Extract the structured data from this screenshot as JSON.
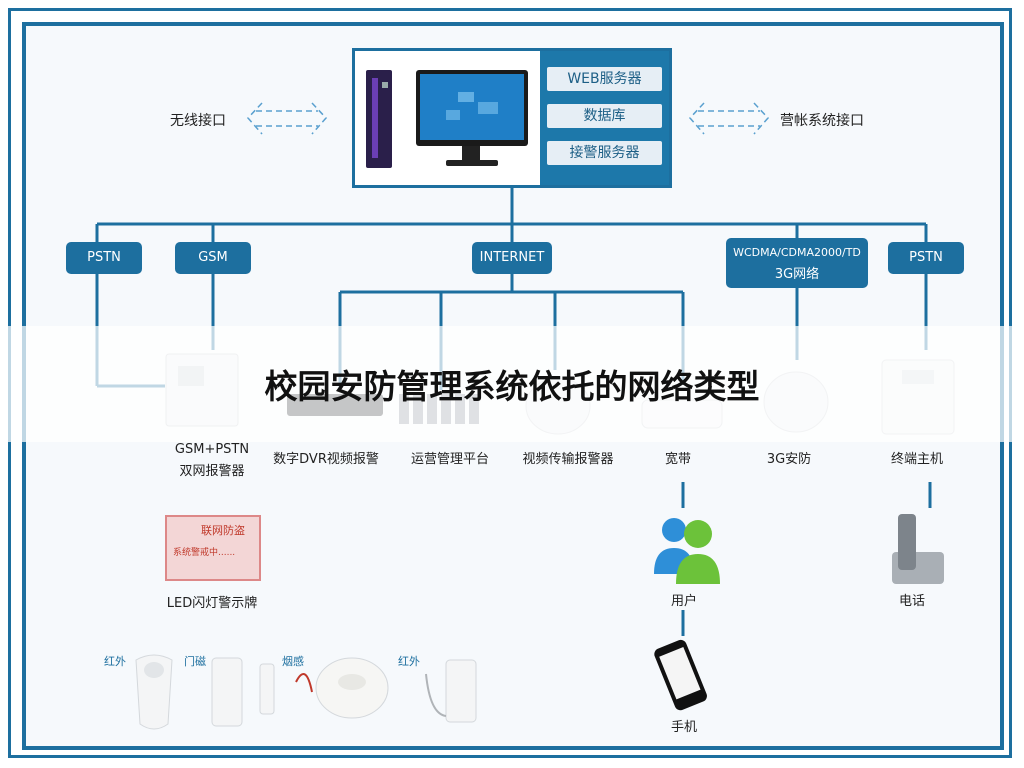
{
  "title": "校园安防管理系统依托的网络类型",
  "server": {
    "buttons": [
      "WEB服务器",
      "数据库",
      "接警服务器"
    ]
  },
  "interfaces": {
    "wireless": "无线接口",
    "billing": "营帐系统接口"
  },
  "networks": {
    "pstn_left": "PSTN",
    "gsm": "GSM",
    "internet": "INTERNET",
    "wcdma_line1": "WCDMA/CDMA2000/TD",
    "wcdma_line2": "3G网络",
    "pstn_right": "PSTN"
  },
  "devices": {
    "gsm_pstn_line1": "GSM+PSTN",
    "gsm_pstn_line2": "双网报警器",
    "dvr": "数字DVR视频报警",
    "ops_platform": "运营管理平台",
    "video_alarm": "视频传输报警器",
    "broadband": "宽带",
    "security_3g": "3G安防",
    "terminal_host": "终端主机",
    "led_sign": "LED闪灯警示牌",
    "user": "用户",
    "telephone": "电话",
    "mobile": "手机"
  },
  "sensors": {
    "infrared1": "红外",
    "door": "门磁",
    "smoke": "烟感",
    "infrared2": "红外"
  },
  "led_panel": {
    "line1": "联网防盗",
    "line2": "系统警戒中......"
  }
}
